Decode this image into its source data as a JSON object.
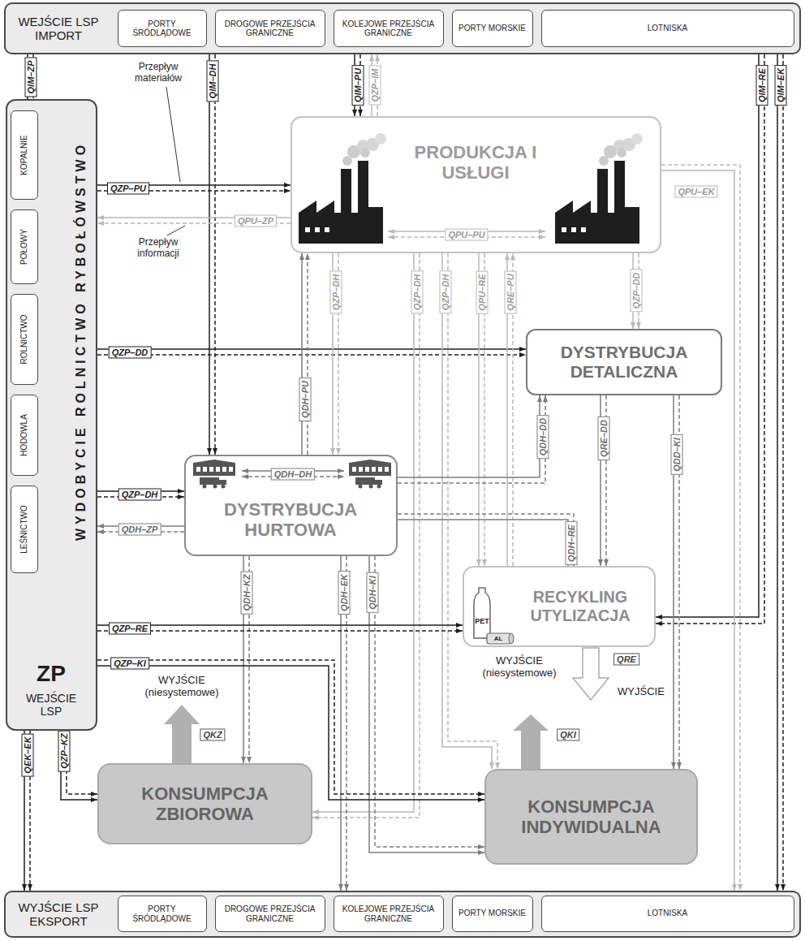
{
  "diagram": {
    "nodes": [
      {
        "text": [
          "WEJŚCIE LSP IMPORT"
        ]
      },
      {
        "text": [
          "PORTY ŚRÓDLĄDOWE"
        ],
        "in": 0
      },
      {
        "text": [
          "DROGOWE PRZEJŚCIA GRANICZNE"
        ],
        "in": 0
      },
      {
        "text": [
          "KOLEJOWE PRZEJŚCIA GRANICZNE"
        ],
        "in": 0
      },
      {
        "text": [
          "PORTY MORSKIE"
        ],
        "in": 0
      },
      {
        "text": [
          "LOTNISKA"
        ],
        "in": 0
      },
      {
        "text": [
          "WYDOBYCIE ROLNICTWO RYBOŁÓWSTWO",
          "ZP",
          "WEJŚCIE LSP"
        ]
      },
      {
        "text": [
          "KOPALNIE"
        ],
        "in": 6
      },
      {
        "text": [
          "POŁOWY"
        ],
        "in": 6
      },
      {
        "text": [
          "ROLNICTWO"
        ],
        "in": 6
      },
      {
        "text": [
          "HODOWLA"
        ],
        "in": 6
      },
      {
        "text": [
          "LEŚNICTWO"
        ],
        "in": 6
      },
      {
        "text": [
          "PRODUKCJA I USŁUGI"
        ]
      },
      {
        "text": [
          "DYSTRYBUCJA DETALICZNA"
        ]
      },
      {
        "text": [
          "DYSTRYBUCJA HURTOWA"
        ]
      },
      {
        "text": [
          "RECYKLING UTYLIZACJA"
        ]
      },
      {
        "text": [
          "KONSUMPCJA ZBIOROWA"
        ]
      },
      {
        "text": [
          "KONSUMPCJA INDYWIDUALNA"
        ]
      },
      {
        "text": [
          "WYJŚCIE LSP EKSPORT"
        ]
      },
      {
        "text": [
          "PORTY ŚRÓDLĄDOWE"
        ],
        "in": 18
      },
      {
        "text": [
          "DROGOWE PRZEJŚCIA GRANICZNE"
        ],
        "in": 18
      },
      {
        "text": [
          "KOLEJOWE PRZEJŚCIA GRANICZNE"
        ],
        "in": 18
      },
      {
        "text": [
          "PORTY MORSKIE"
        ],
        "in": 18
      },
      {
        "text": [
          "LOTNISKA"
        ],
        "in": 18
      }
    ],
    "edges": [
      {
        "from": 0,
        "to": 6,
        "arrow": "to",
        "label": "QIM–ZP"
      },
      {
        "from": 0,
        "to": 6,
        "arrow": "to"
      },
      {
        "from": 0,
        "to": 14,
        "arrow": "to",
        "label": "QIM–DH"
      },
      {
        "from": 0,
        "to": 14,
        "arrow": "to"
      },
      {
        "from": 0,
        "to": 12,
        "arrow": "to",
        "label": "QIM–PU"
      },
      {
        "from": 0,
        "to": 12,
        "arrow": "to"
      },
      {
        "from": 12,
        "to": 0,
        "arrow": "to",
        "label": "QZP–IM"
      },
      {
        "from": 12,
        "to": 0,
        "arrow": "to"
      },
      {
        "from": 0,
        "to": 15,
        "arrow": "to",
        "label": "QIM–RE"
      },
      {
        "from": 0,
        "to": 15,
        "arrow": "to"
      },
      {
        "from": 0,
        "to": 18,
        "arrow": "to",
        "label": "QIM–EK"
      },
      {
        "from": 0,
        "to": 18,
        "arrow": "to"
      },
      {
        "from": 6,
        "to": 12,
        "arrow": "to",
        "label": "QZP–PU"
      },
      {
        "from": 6,
        "to": 12,
        "arrow": "to"
      },
      {
        "from": 12,
        "to": 6,
        "arrow": "to",
        "label": "QPU–ZP"
      },
      {
        "from": 12,
        "to": 6,
        "arrow": "to"
      },
      {
        "from": 12,
        "to": 12,
        "arrow": "both",
        "label": "QPU–PU"
      },
      {
        "from": 12,
        "to": 12,
        "arrow": "both"
      },
      {
        "from": 12,
        "to": 18,
        "arrow": "to",
        "label": "QPU–EK"
      },
      {
        "from": 12,
        "to": 18,
        "arrow": "to"
      },
      {
        "from": 6,
        "to": 13,
        "arrow": "to",
        "label": "QZP–DD"
      },
      {
        "from": 6,
        "to": 13,
        "arrow": "to"
      },
      {
        "from": 6,
        "to": 14,
        "arrow": "to",
        "label": "QZP–DH"
      },
      {
        "from": 6,
        "to": 14,
        "arrow": "to"
      },
      {
        "from": 14,
        "to": 6,
        "arrow": "to",
        "label": "QDH–ZP"
      },
      {
        "from": 14,
        "to": 6,
        "arrow": "to"
      },
      {
        "from": 14,
        "to": 12,
        "arrow": "to",
        "label": "QDH–PU"
      },
      {
        "from": 14,
        "to": 12,
        "arrow": "to"
      },
      {
        "from": 12,
        "to": 14,
        "arrow": "to",
        "label": "QZP–DH"
      },
      {
        "from": 12,
        "to": 14,
        "arrow": "to"
      },
      {
        "from": 12,
        "to": 16,
        "arrow": "to",
        "label": "QZP–DH"
      },
      {
        "from": 12,
        "to": 16,
        "arrow": "to"
      },
      {
        "from": 12,
        "to": 17,
        "arrow": "to",
        "label": "QZP–DH"
      },
      {
        "from": 12,
        "to": 17,
        "arrow": "to"
      },
      {
        "from": 12,
        "to": 15,
        "arrow": "to",
        "label": "QPU–RE"
      },
      {
        "from": 12,
        "to": 15,
        "arrow": "to"
      },
      {
        "from": 15,
        "to": 12,
        "arrow": "to",
        "label": "QRE–PU"
      },
      {
        "from": 15,
        "to": 12,
        "arrow": "to"
      },
      {
        "from": 12,
        "to": 13,
        "arrow": "to",
        "label": "QZP–DD"
      },
      {
        "from": 12,
        "to": 13,
        "arrow": "to"
      },
      {
        "from": 14,
        "to": 14,
        "arrow": "both",
        "label": "QDH–DH"
      },
      {
        "from": 14,
        "to": 14,
        "arrow": "both"
      },
      {
        "from": 14,
        "to": 13,
        "arrow": "to",
        "label": "QDH–DD"
      },
      {
        "from": 14,
        "to": 13,
        "arrow": "to"
      },
      {
        "from": 14,
        "to": 15,
        "arrow": "to",
        "label": "QDH–RE"
      },
      {
        "from": 14,
        "to": 15,
        "arrow": "to"
      },
      {
        "from": 13,
        "to": 15,
        "arrow": "to",
        "label": "QRE–DD"
      },
      {
        "from": 13,
        "to": 15,
        "arrow": "to"
      },
      {
        "from": 13,
        "to": 17,
        "arrow": "to",
        "label": "QDD–KI"
      },
      {
        "from": 13,
        "to": 17,
        "arrow": "to"
      },
      {
        "from": 14,
        "to": 16,
        "arrow": "to",
        "label": "QDH–KZ"
      },
      {
        "from": 14,
        "to": 16,
        "arrow": "to"
      },
      {
        "from": 14,
        "to": 18,
        "arrow": "to",
        "label": "QDH–EK"
      },
      {
        "from": 14,
        "to": 18,
        "arrow": "to"
      },
      {
        "from": 14,
        "to": 17,
        "arrow": "to",
        "label": "QDH–KI"
      },
      {
        "from": 14,
        "to": 17,
        "arrow": "to"
      },
      {
        "from": 6,
        "to": 15,
        "arrow": "to",
        "label": "QZP–RE"
      },
      {
        "from": 6,
        "to": 15,
        "arrow": "to"
      },
      {
        "from": 6,
        "to": 17,
        "arrow": "to",
        "label": "QZP–KI"
      },
      {
        "from": 6,
        "to": 17,
        "arrow": "to"
      },
      {
        "from": 6,
        "to": 18,
        "arrow": "to",
        "label": "QEK–EK"
      },
      {
        "from": 6,
        "to": 18,
        "arrow": "to"
      },
      {
        "from": 6,
        "to": 16,
        "arrow": "to",
        "label": "QZP–KZ"
      },
      {
        "from": 6,
        "to": 16,
        "arrow": "to"
      }
    ],
    "labels": [
      "Przepływ materiałów",
      "Przepływ informacji",
      "PET",
      "AL",
      "WYJŚCIE (niesystemowe)",
      "QRE",
      "WYJŚCIE",
      "WYJŚCIE (niesystemowe)",
      "QKZ",
      "QKI"
    ]
  }
}
